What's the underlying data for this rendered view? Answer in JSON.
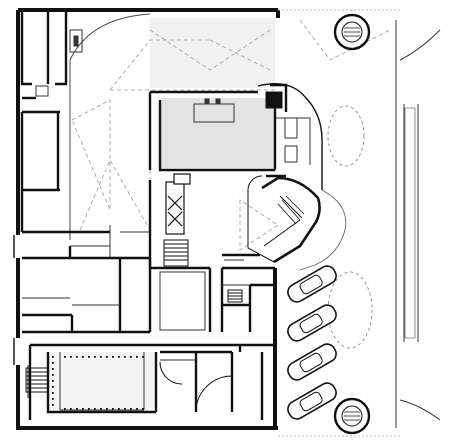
{
  "drawing": {
    "type": "architectural-floor-plan",
    "colors": {
      "wall": "#111111",
      "thin": "#444444",
      "light": "#9a9a9a",
      "fill": "#d9d9d9",
      "paper": "#ffffff"
    },
    "counts": {
      "parked_cars": 4,
      "round_planters": 2,
      "stairs": 4
    },
    "icons": [
      "tree-icon",
      "car-icon",
      "stair-icon",
      "door-swing-icon"
    ]
  }
}
